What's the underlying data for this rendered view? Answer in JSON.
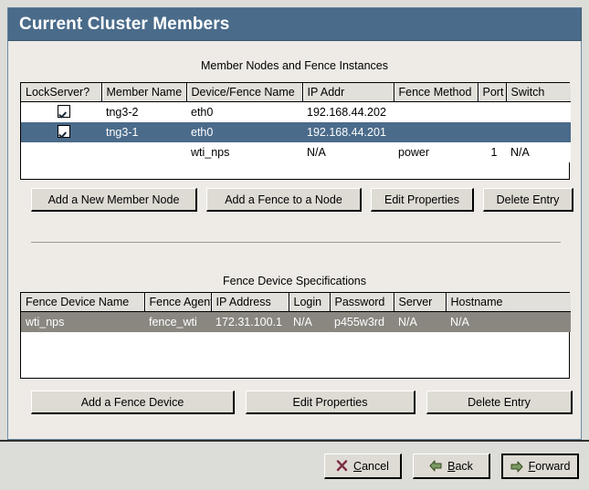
{
  "window": {
    "title": "Current Cluster Members",
    "titlebar_color": "#4a6b8a",
    "panel_color": "#eeebe6",
    "footer_color": "#dcdcd8"
  },
  "members_section": {
    "heading": "Member Nodes and Fence Instances",
    "columns": [
      "LockServer?",
      "Member Name",
      "Device/Fence Name",
      "IP Addr",
      "Fence Method",
      "Port",
      "Switch"
    ],
    "rows": [
      {
        "selected": false,
        "lockserver_checked": true,
        "member_name": "tng3-2",
        "device_fence_name": "eth0",
        "ip_addr": "192.168.44.202",
        "fence_method": "",
        "port": "",
        "switch": ""
      },
      {
        "selected": true,
        "lockserver_checked": true,
        "member_name": "tng3-1",
        "device_fence_name": "eth0",
        "ip_addr": "192.168.44.201",
        "fence_method": "",
        "port": "",
        "switch": ""
      },
      {
        "selected": false,
        "lockserver_checked": false,
        "member_name": "",
        "device_fence_name": "wti_nps",
        "ip_addr": "N/A",
        "fence_method": "power",
        "port": "1",
        "switch": "N/A"
      }
    ],
    "buttons": [
      {
        "label": "Add a New Member Node"
      },
      {
        "label": "Add a Fence to a Node"
      },
      {
        "label": "Edit Properties"
      },
      {
        "label": "Delete Entry"
      }
    ]
  },
  "fence_section": {
    "heading": "Fence Device Specifications",
    "columns": [
      "Fence Device Name",
      "Fence Agent",
      "IP Address",
      "Login",
      "Password",
      "Server",
      "Hostname"
    ],
    "rows": [
      {
        "selected": true,
        "fence_device_name": "wti_nps",
        "fence_agent": "fence_wti",
        "ip_address": "172.31.100.1",
        "login": "N/A",
        "password": "p455w3rd",
        "server": "N/A",
        "hostname": "N/A"
      }
    ],
    "buttons": [
      {
        "label": "Add a Fence Device"
      },
      {
        "label": "Edit Properties"
      },
      {
        "label": "Delete Entry"
      }
    ]
  },
  "footer": {
    "buttons": [
      {
        "name": "cancel",
        "icon": "x-mark-icon",
        "mnemonic": "C",
        "rest": "ancel",
        "icon_color": "#8c2b45",
        "default": false
      },
      {
        "name": "back",
        "icon": "arrow-left-icon",
        "mnemonic": "B",
        "rest": "ack",
        "icon_color": "#5f8a4f",
        "default": false
      },
      {
        "name": "forward",
        "icon": "arrow-right-icon",
        "mnemonic": "F",
        "rest": "orward",
        "icon_color": "#5f8a4f",
        "default": true
      }
    ]
  }
}
